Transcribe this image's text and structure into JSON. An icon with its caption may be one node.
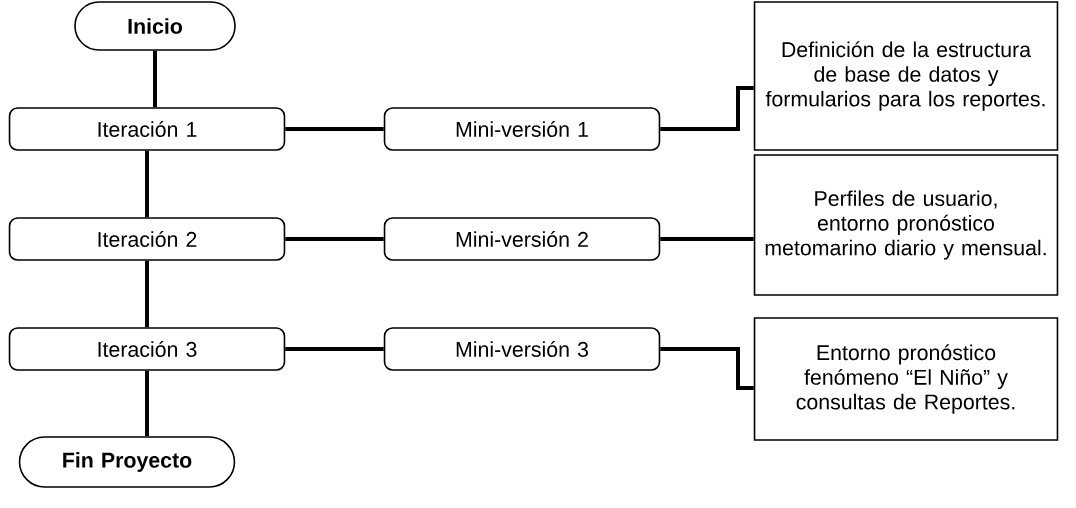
{
  "diagram": {
    "nodes": [
      {
        "text": [
          "Inicio"
        ]
      },
      {
        "text": [
          "Iteración 1"
        ]
      },
      {
        "text": [
          "Mini-versión 1"
        ]
      },
      {
        "text": [
          "Definición de la estructura de base de datos y formularios para los reportes."
        ]
      },
      {
        "text": [
          "Iteración 2"
        ]
      },
      {
        "text": [
          "Mini-versión 2"
        ]
      },
      {
        "text": [
          "Perfiles de usuario, entorno pronóstico metomarino diario y mensual."
        ]
      },
      {
        "text": [
          "Iteración 3"
        ]
      },
      {
        "text": [
          "Mini-versión 3"
        ]
      },
      {
        "text": [
          "Entorno pronóstico fenómeno “El Niño” y consultas de Reportes."
        ]
      },
      {
        "text": [
          "Fin Proyecto"
        ]
      }
    ],
    "edges": [
      {
        "from": 0,
        "to": 1,
        "arrow": "none"
      },
      {
        "from": 1,
        "to": 2,
        "arrow": "none"
      },
      {
        "from": 2,
        "to": 3,
        "arrow": "none"
      },
      {
        "from": 1,
        "to": 4,
        "arrow": "none"
      },
      {
        "from": 4,
        "to": 5,
        "arrow": "none"
      },
      {
        "from": 5,
        "to": 6,
        "arrow": "none"
      },
      {
        "from": 4,
        "to": 7,
        "arrow": "none"
      },
      {
        "from": 7,
        "to": 8,
        "arrow": "none"
      },
      {
        "from": 8,
        "to": 9,
        "arrow": "none"
      },
      {
        "from": 7,
        "to": 10,
        "arrow": "none"
      }
    ]
  }
}
